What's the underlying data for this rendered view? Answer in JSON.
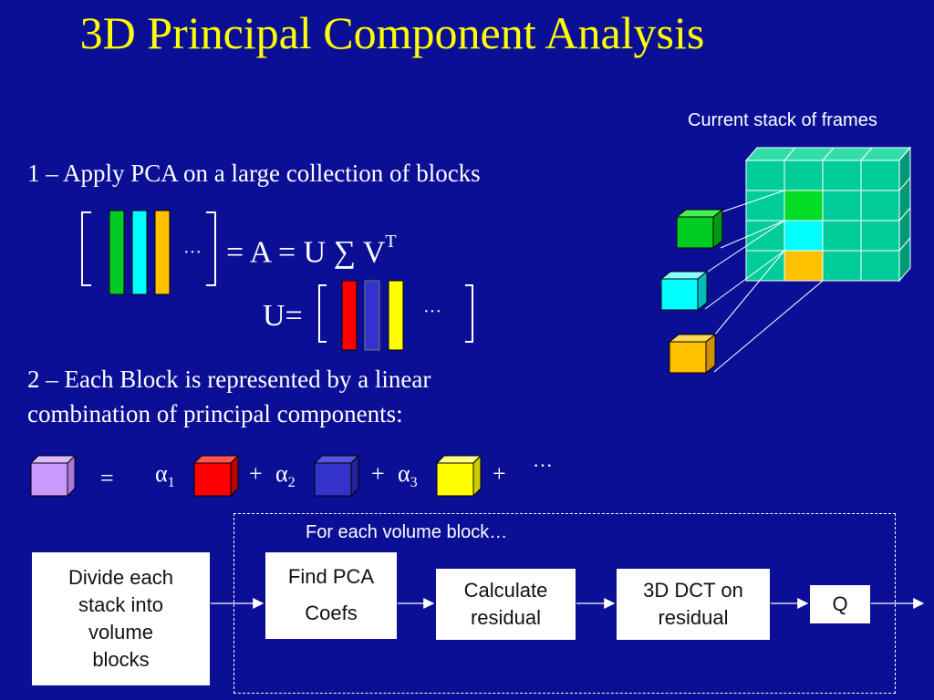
{
  "title": "3D Principal Component Analysis",
  "stack_label": "Current stack of frames",
  "step1": "1 – Apply PCA on a large collection of blocks",
  "eq1": "= A = U ∑ V",
  "eq1_sup": "T",
  "u_label": "U=",
  "dots": "···",
  "step2_line1": "2 – Each Block is represented by a linear",
  "step2_line2": "combination of principal components:",
  "combo": {
    "equals": "=",
    "alpha": "α",
    "sub1": "1",
    "sub2": "2",
    "sub3": "3",
    "plus": "+",
    "dots": "···"
  },
  "flow": {
    "group_label": "For each volume block…",
    "divide": [
      "Divide each",
      "stack into",
      "volume",
      "blocks"
    ],
    "find_pca": [
      "Find PCA",
      "Coefs"
    ],
    "residual": [
      "Calculate",
      "residual"
    ],
    "dct": [
      "3D DCT on",
      "residual"
    ],
    "q": "Q"
  },
  "colors": {
    "background": "#0a0f96",
    "title": "#ffff00",
    "green": "#00cc22",
    "cyan": "#00ffff",
    "orange": "#ffc000",
    "red": "#ff0000",
    "blue": "#3333cc",
    "yellow": "#ffff00",
    "lavender": "#cc99ff",
    "teal": "#00cc99"
  }
}
